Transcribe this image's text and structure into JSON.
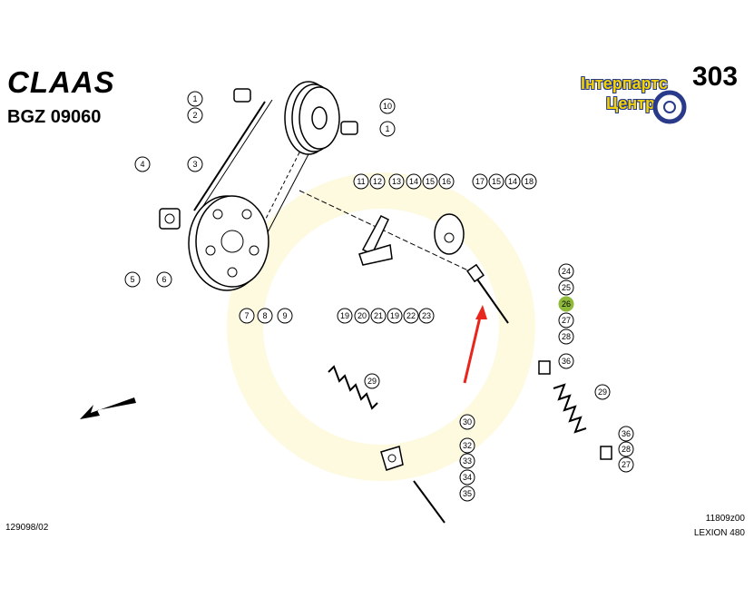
{
  "header": {
    "brand": "CLAAS",
    "code": "BGZ 09060",
    "page": "303"
  },
  "watermark": {
    "line1": "Інтерпартс",
    "line2": "Центр"
  },
  "footer": {
    "figure_no": "129098/02",
    "ref": "11809z00",
    "model": "LEXION 480"
  },
  "callouts": [
    "1",
    "2",
    "10",
    "1",
    "3",
    "4",
    "5",
    "6",
    "7",
    "8",
    "9",
    "11",
    "12",
    "13",
    "14",
    "15",
    "16",
    "17",
    "15",
    "14",
    "18",
    "19",
    "20",
    "21",
    "19",
    "22",
    "23",
    "24",
    "25",
    "26",
    "27",
    "28",
    "36",
    "29",
    "29",
    "30",
    "32",
    "33",
    "34",
    "35",
    "36",
    "28",
    "27"
  ],
  "highlighted_callout": "26",
  "colors": {
    "highlight": "#8fb93a",
    "arrow": "#e8261d",
    "watermark_fill": "#f2d200",
    "watermark_stroke": "#2a3a8a"
  }
}
